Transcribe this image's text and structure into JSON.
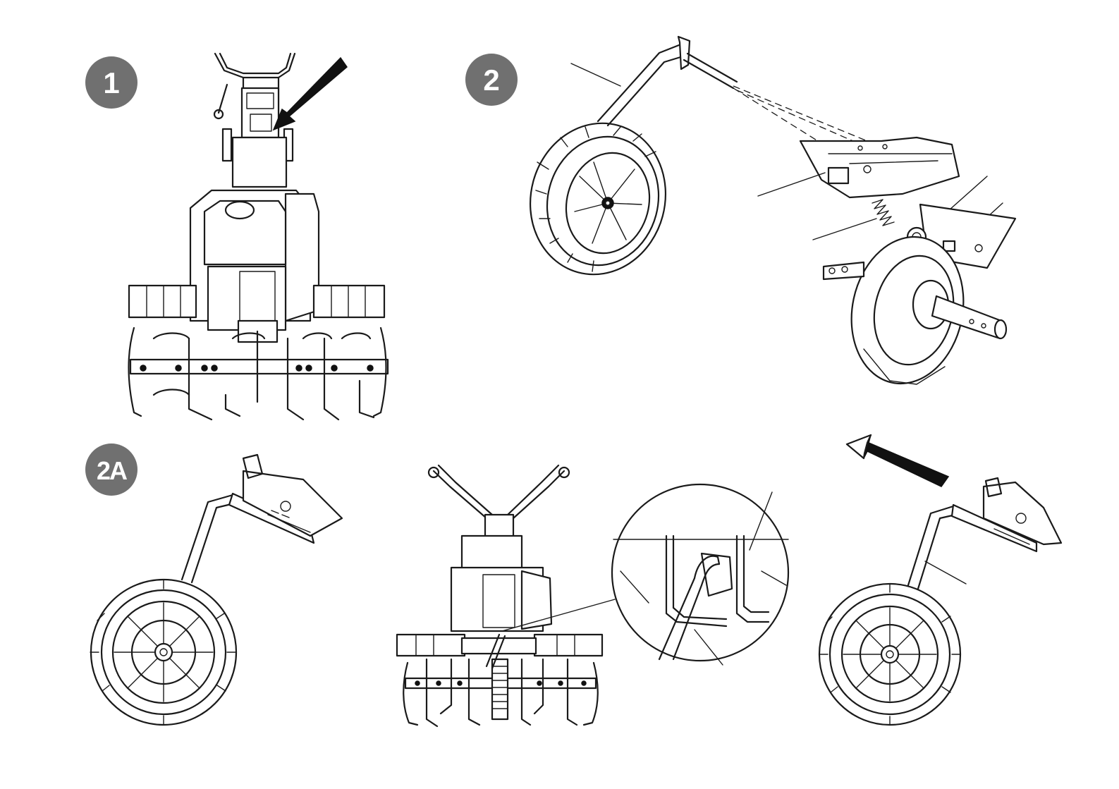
{
  "steps": [
    {
      "id": "step-1",
      "label": "1"
    },
    {
      "id": "step-2",
      "label": "2"
    },
    {
      "id": "step-2a",
      "label": "2A"
    }
  ]
}
